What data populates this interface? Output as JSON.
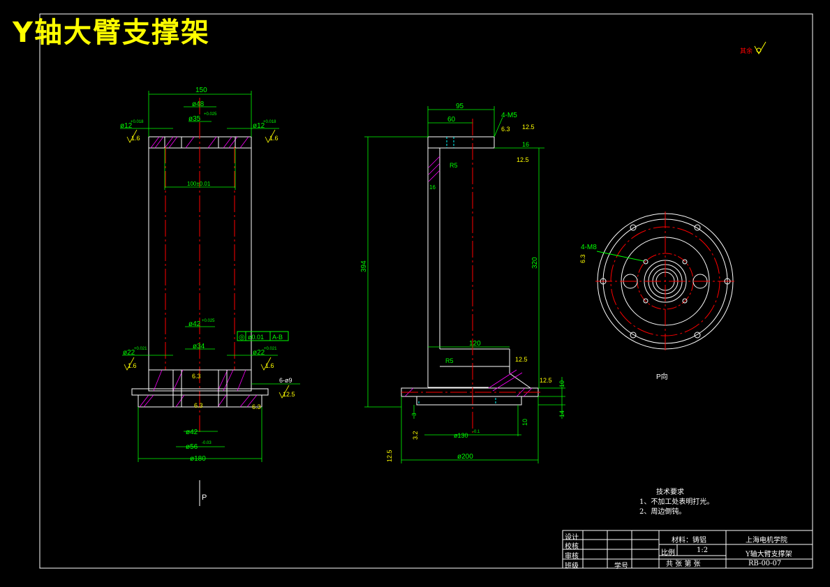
{
  "title": "Y轴大臂支撑架",
  "roughness_note": "其余",
  "view_labels": {
    "arrow_p": "P",
    "view_p": "P向"
  },
  "dims": {
    "front": {
      "d150": "150",
      "d48": "ø48",
      "d35": "ø35",
      "d35_tol": "+0.025",
      "d12l": "ø12",
      "d12r": "ø12",
      "tol018": "+0.018",
      "r16": "1.6",
      "d100": "100±0.01",
      "d42": "ø42",
      "d42_tol": "+0.025",
      "d34": "ø34",
      "d22l": "ø22",
      "d22r": "ø22",
      "tol021": "+0.021",
      "d42b": "ø42",
      "d56": "ø56",
      "d56_tol": "-0.03",
      "d180": "ø180",
      "r63": "6.3",
      "d6x9": "6-ø9",
      "r125": "12.5",
      "tol_frame": [
        "◎",
        "ø0.01",
        "A-B"
      ]
    },
    "side": {
      "d95": "95",
      "d60": "60",
      "m5": "4-M5",
      "r63": "6.3",
      "r125": "12.5",
      "d16a": "16",
      "d16b": "16",
      "d394": "394",
      "d320": "320",
      "d120": "120",
      "R5a": "R5",
      "R5b": "R5",
      "d10a": "10",
      "d14": "14",
      "d10b": "10",
      "d3": "3",
      "d130": "ø130",
      "d130_tol": "-0.1",
      "d200": "ø200",
      "r32": "3.2"
    },
    "pview": {
      "m8": "4-M8",
      "r63": "6.3"
    }
  },
  "tech_requirements": {
    "heading": "技术要求",
    "items": [
      "1、不加工处表明打光。",
      "2、周边倒钝。"
    ]
  },
  "title_block": {
    "roles": [
      "设计",
      "校核",
      "审核",
      "班级"
    ],
    "student_no": "学号",
    "material": "材料：铸铝",
    "school": "上海电机学院",
    "scale_label": "比例",
    "scale_value": "1:2",
    "part_name": "Y轴大臂支撑架",
    "sheets": "共  张    第  张",
    "drawing_no": "RB-00-07"
  },
  "colors": {
    "outline": "#ffffff",
    "dimension": "#00ff00",
    "centerline": "#ff0000",
    "roughness": "#ffff00",
    "hatch": "#ff00ff",
    "hidden": "#00ffff",
    "title": "#ffff00"
  }
}
